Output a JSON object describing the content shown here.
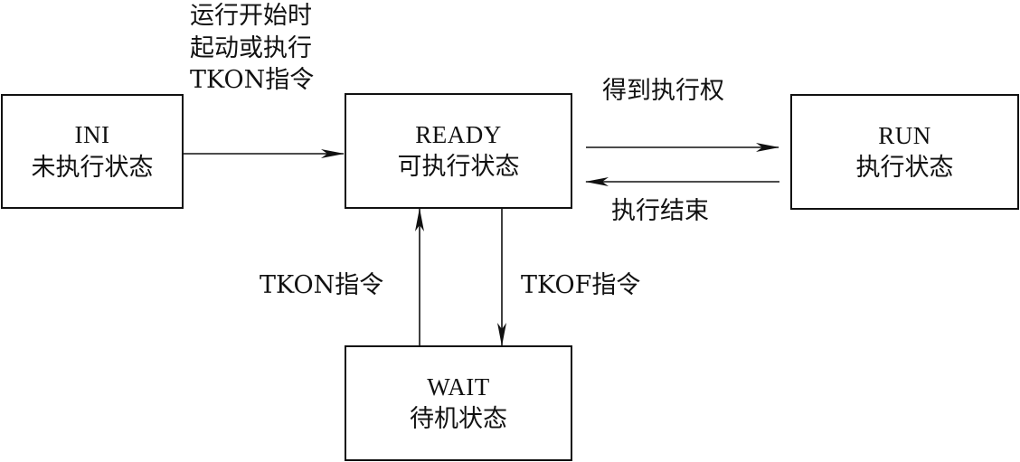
{
  "states": {
    "ini": {
      "name": "INI",
      "desc": "未执行状态"
    },
    "ready": {
      "name": "READY",
      "desc": "可执行状态"
    },
    "run": {
      "name": "RUN",
      "desc": "执行状态"
    },
    "wait": {
      "name": "WAIT",
      "desc": "待机状态"
    }
  },
  "transitions": {
    "ini_to_ready": [
      "运行开始时",
      "起动或执行",
      "TKON指令"
    ],
    "ready_to_run": "得到执行权",
    "run_to_ready": "执行结束",
    "wait_to_ready": "TKON指令",
    "ready_to_wait": "TKOF指令"
  },
  "colors": {
    "line": "#111111",
    "background": "#ffffff"
  }
}
